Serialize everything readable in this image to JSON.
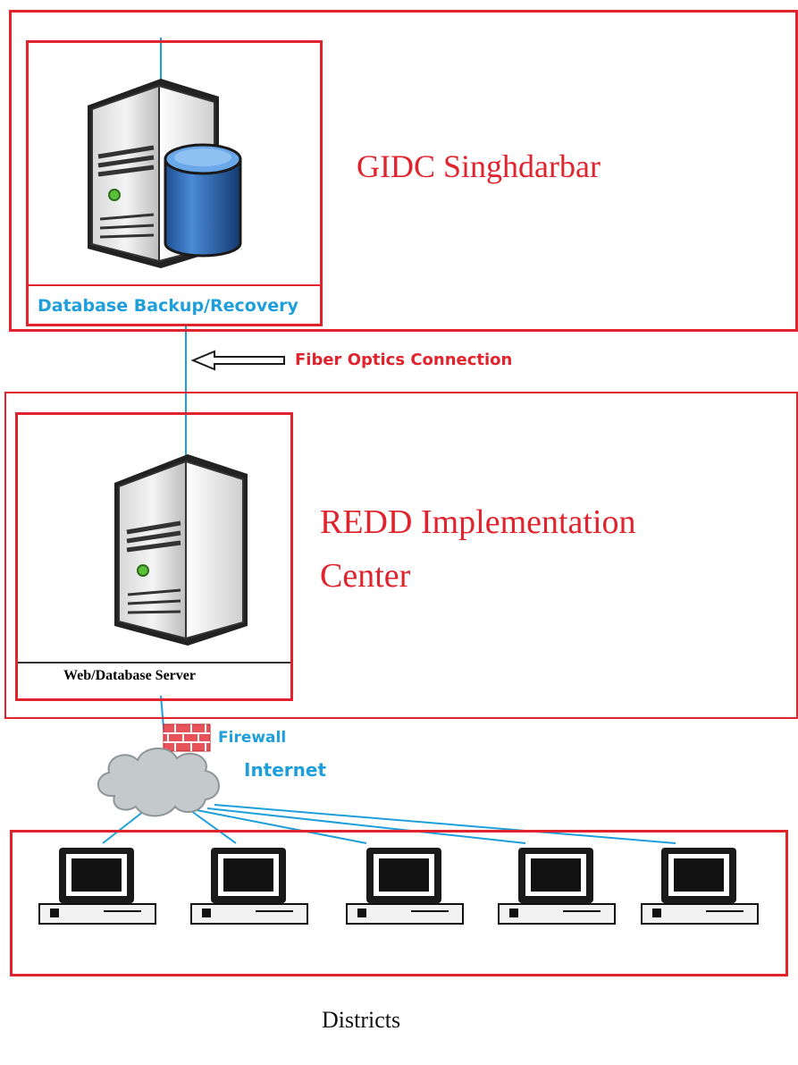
{
  "gidc": {
    "title": "GIDC Singhdarbar",
    "caption": "Database Backup/Recovery"
  },
  "connection": {
    "label": "Fiber Optics Connection"
  },
  "redd": {
    "title_line1": "REDD Implementation",
    "title_line2": "Center",
    "caption": "Web/Database Server"
  },
  "network": {
    "firewall_label": "Firewall",
    "internet_label": "Internet"
  },
  "districts": {
    "label": "Districts",
    "computers": [
      "computer-1",
      "computer-2",
      "computer-3",
      "computer-4",
      "computer-5"
    ]
  },
  "colors": {
    "box_red": "#e0232c",
    "link_blue": "#1e9fdb",
    "firewall_red": "#e8535a",
    "cloud_gray": "#c4c9cc"
  }
}
